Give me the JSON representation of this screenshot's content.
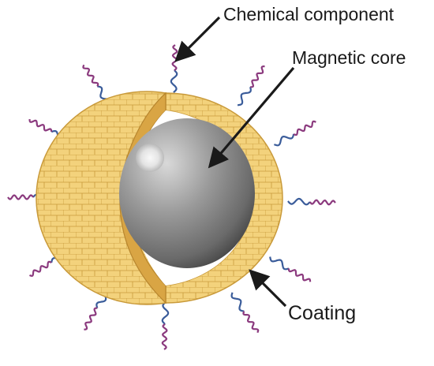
{
  "labels": {
    "chemical_component": "Chemical component",
    "magnetic_core": "Magnetic core",
    "coating": "Coating"
  },
  "colors": {
    "coating_fill": "#F3D27C",
    "coating_cell_stroke": "#C99A3A",
    "coating_cut_face": "#D9A544",
    "core_gray": "#8E8E8E",
    "core_dark": "#555555",
    "core_highlight": "#F2F2F2",
    "white_gap": "#FFFFFF",
    "ligand_blue": "#3A5C9A",
    "ligand_purple": "#8B3A7E",
    "arrow": "#1A1A1A"
  },
  "icons": {
    "nanoparticle": "core-shell-nanoparticle-icon",
    "ligand": "wavy-ligand-icon",
    "arrow": "arrow-icon"
  }
}
